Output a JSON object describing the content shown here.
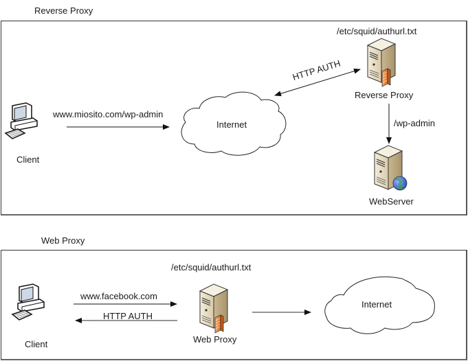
{
  "sections": [
    {
      "title": "Reverse Proxy",
      "nodes": {
        "client": {
          "label": "Client",
          "icon": "desktop-computer-icon"
        },
        "internet": {
          "label": "Internet",
          "icon": "cloud-icon"
        },
        "reverse_proxy": {
          "label": "Reverse Proxy",
          "icon": "firewall-server-icon",
          "config_file": "/etc/squid/authurl.txt"
        },
        "webserver": {
          "label": "WebServer",
          "icon": "web-server-globe-icon"
        }
      },
      "edges": {
        "client_to_internet": "www.miosito.com/wp-admin",
        "internet_proxy_auth": "HTTP AUTH",
        "proxy_to_webserver": "/wp-admin"
      }
    },
    {
      "title": "Web Proxy",
      "nodes": {
        "client": {
          "label": "Client",
          "icon": "desktop-computer-icon"
        },
        "web_proxy": {
          "label": "Web Proxy",
          "icon": "firewall-server-icon",
          "config_file": "/etc/squid/authurl.txt"
        },
        "internet": {
          "label": "Internet",
          "icon": "cloud-icon"
        }
      },
      "edges": {
        "client_to_proxy": "www.facebook.com",
        "proxy_to_client": "HTTP AUTH",
        "proxy_to_internet": ""
      }
    }
  ],
  "colors": {
    "server_body": "#e8dcc4",
    "server_shade": "#bfae8c",
    "firewall": "#f08a3c",
    "globe_blue": "#3a6fd8",
    "globe_green": "#3fa83c",
    "line": "#111111"
  }
}
